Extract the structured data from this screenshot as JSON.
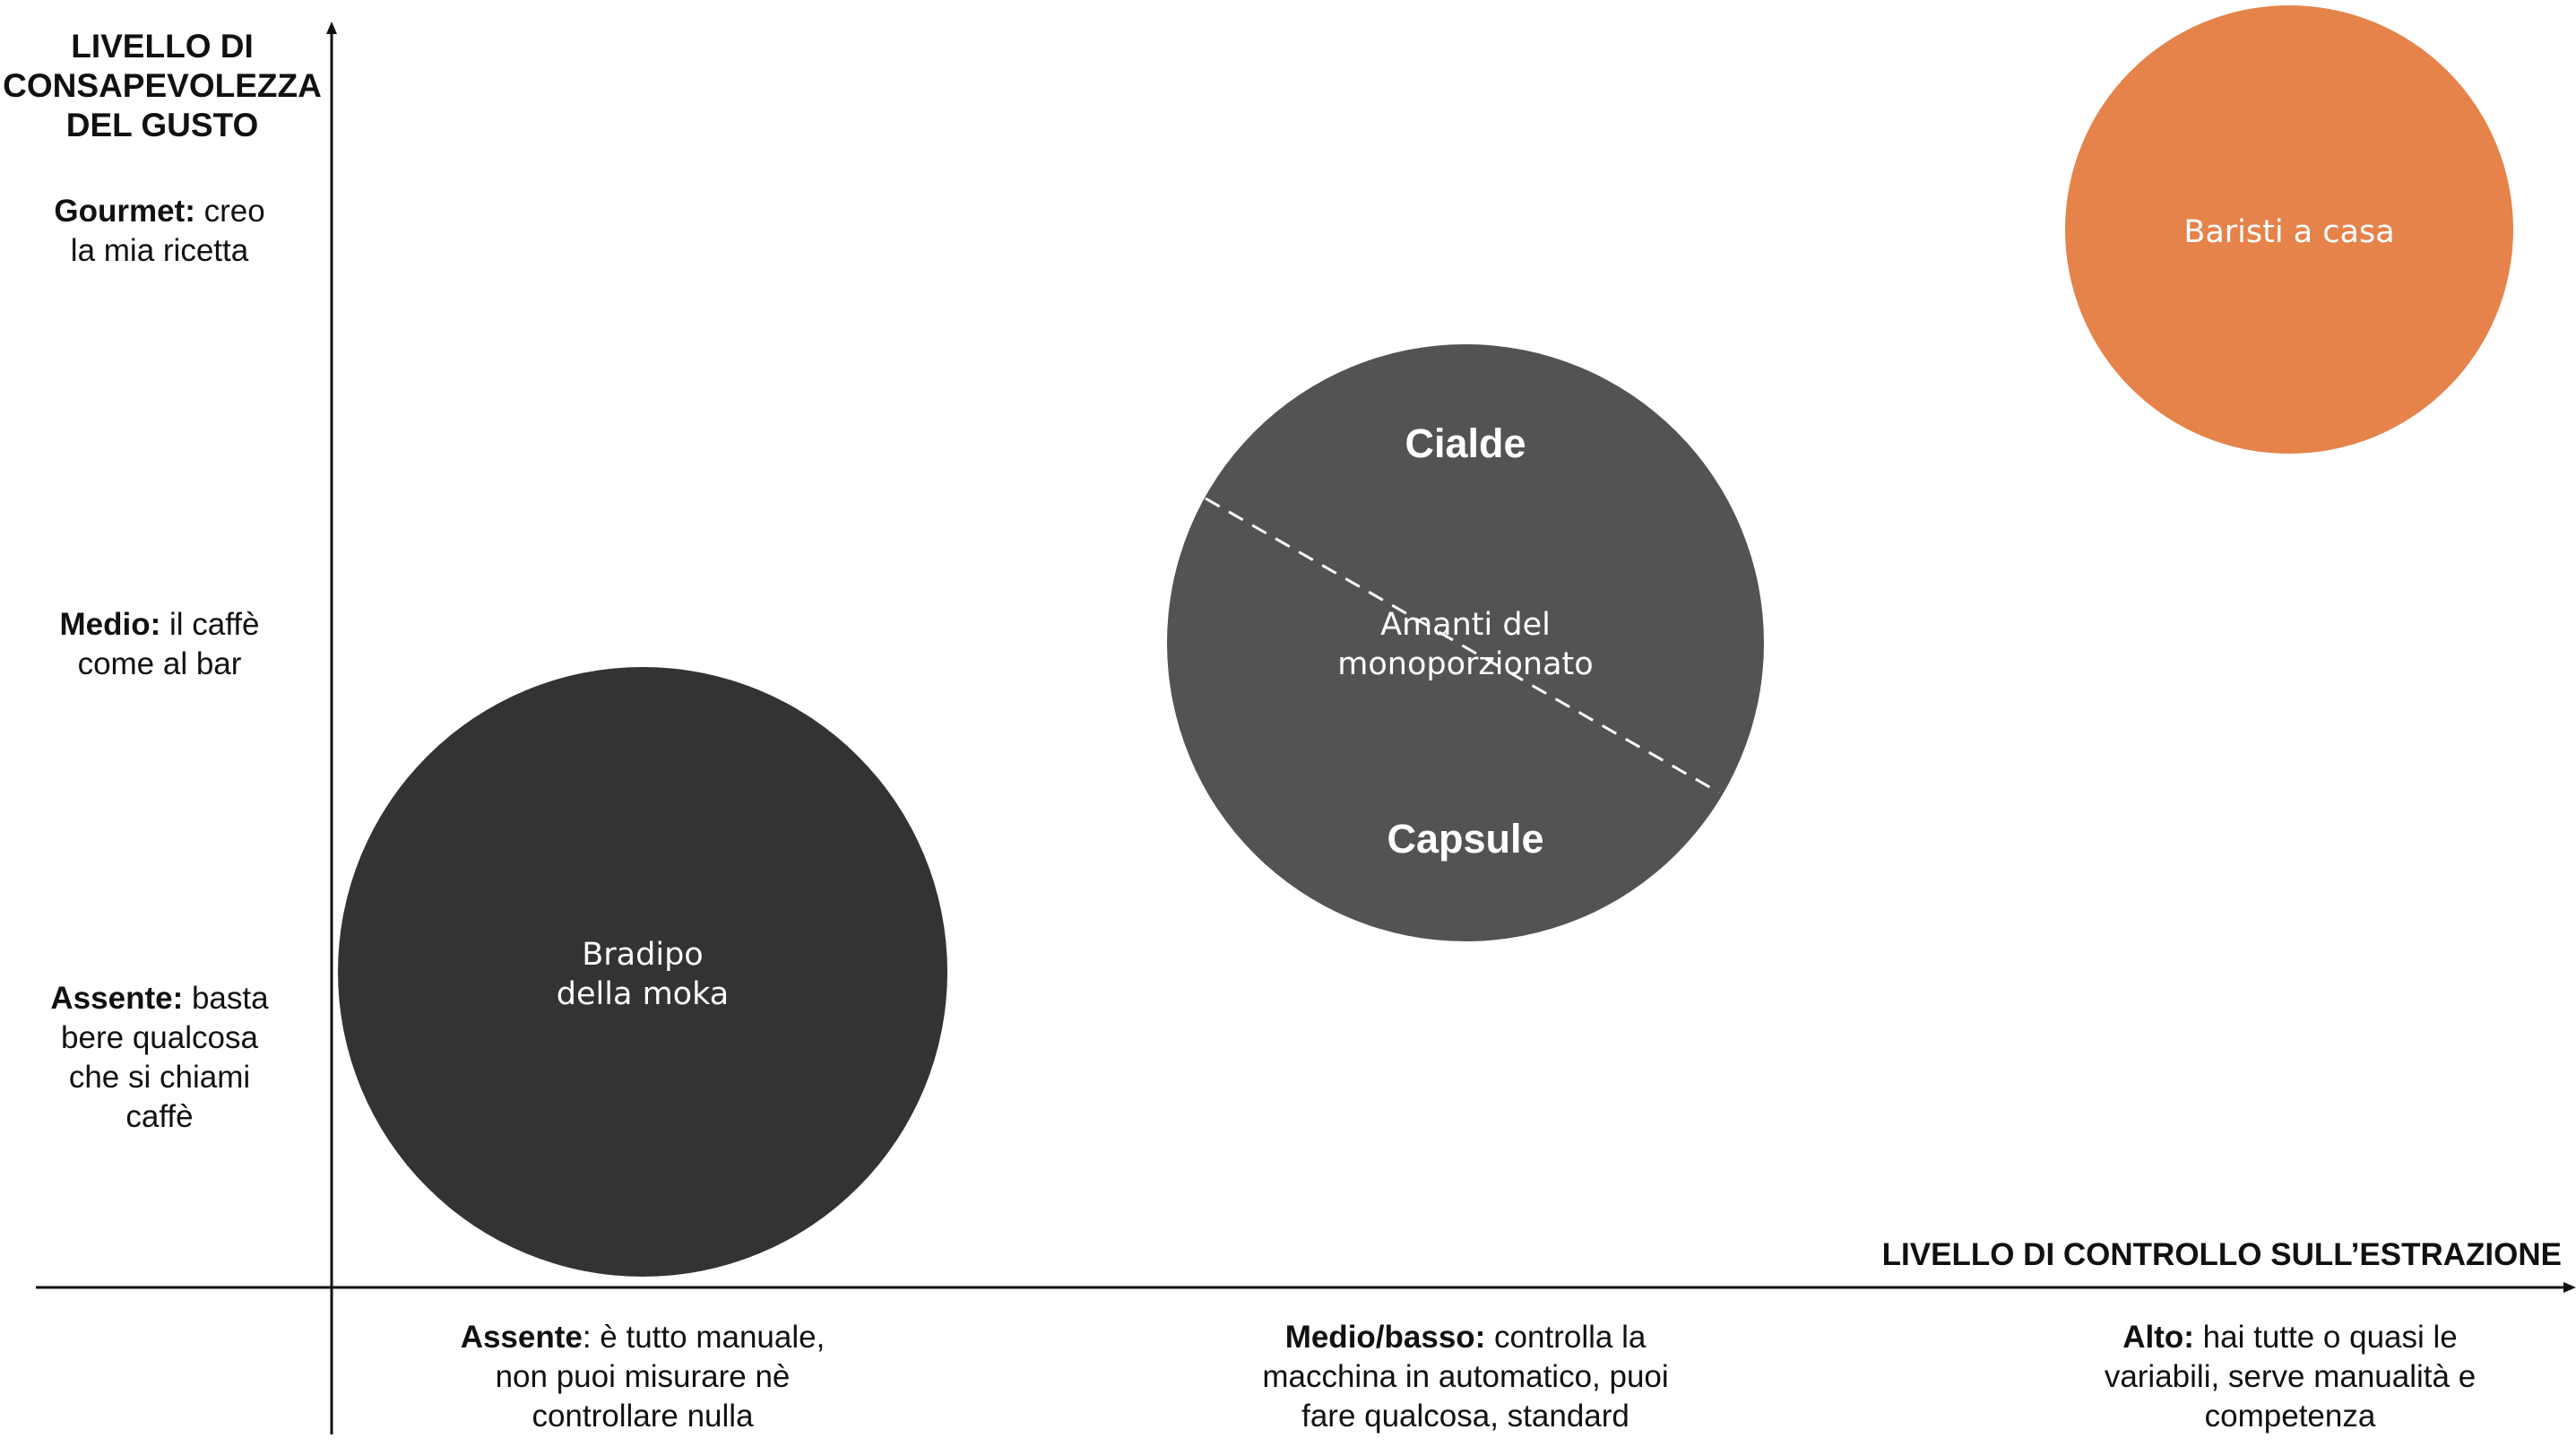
{
  "y_axis": {
    "title_lines": [
      "LIVELLO DI",
      "CONSAPEVOLEZZA",
      "DEL GUSTO"
    ],
    "levels": [
      {
        "bold": "Gourmet:",
        "rest_lines": [
          " creo",
          "la mia ricetta"
        ]
      },
      {
        "bold": "Medio:",
        "rest_lines": [
          " il caffè",
          "come al bar"
        ]
      },
      {
        "bold": "Assente:",
        "rest_lines": [
          " basta",
          "bere qualcosa",
          "che si chiami",
          "caffè"
        ]
      }
    ]
  },
  "x_axis": {
    "title": "LIVELLO DI CONTROLLO SULL’ESTRAZIONE",
    "levels": [
      {
        "bold": "Assente",
        "rest_lines": [
          ": è tutto manuale,",
          "non puoi misurare nè",
          "controllare nulla"
        ]
      },
      {
        "bold": "Medio/basso:",
        "rest_lines": [
          " controlla la",
          "macchina in automatico, puoi",
          "fare qualcosa, standard"
        ]
      },
      {
        "bold": "Alto:",
        "rest_lines": [
          " hai tutte o quasi le",
          "variabili, serve manualità e",
          "competenza"
        ]
      }
    ]
  },
  "bubbles": [
    {
      "label_lines": [
        "Bradipo",
        "della moka"
      ],
      "color": "#333333"
    },
    {
      "label_lines": [
        "Amanti del",
        "monoporzionato"
      ],
      "top_label": "Cialde",
      "bottom_label": "Capsule",
      "color": "#535353"
    },
    {
      "label_lines": [
        "Baristi a casa"
      ],
      "color": "#e5834a"
    }
  ],
  "colors": {
    "axis": "#111111",
    "text": "#111111",
    "bubble_text": "#ffffff"
  }
}
